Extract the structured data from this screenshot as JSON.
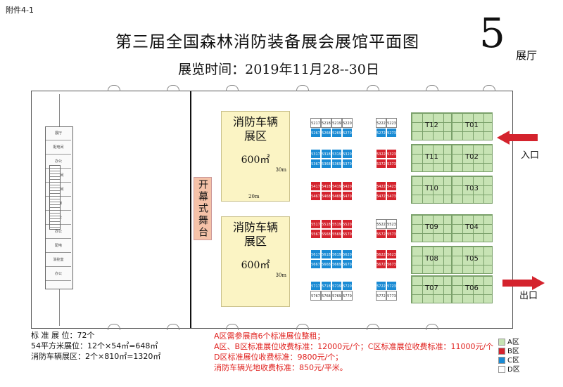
{
  "attachment": "附件4-1",
  "title": "第三届全国森林消防装备展会展馆平面图",
  "subtitle": "展览时间：2019年11月28--30日",
  "hall": {
    "number": "5",
    "label": "展厅"
  },
  "stage": "开幕式舞台",
  "vehicle_zone": {
    "name_line1": "消防车辆",
    "name_line2": "展区",
    "area": "600㎡",
    "dim_side": "30m",
    "dim_bottom": "20m"
  },
  "entrance": "入口",
  "exit": "出口",
  "booth_rows": [
    {
      "cols1": [
        [
          "5217",
          "5218",
          "5219",
          "5220"
        ],
        [
          "5267",
          "5268",
          "5269",
          "5270"
        ]
      ],
      "colors1": [
        "white",
        "blue"
      ],
      "cols2": [
        [
          "5222",
          "5223"
        ],
        [
          "5272",
          "5273"
        ]
      ],
      "colors2": [
        "white",
        "blue"
      ]
    },
    {
      "cols1": [
        [
          "5317",
          "5318",
          "5319",
          "5320"
        ],
        [
          "5367",
          "5368",
          "5369",
          "5370"
        ]
      ],
      "colors1": [
        "blue",
        "blue"
      ],
      "cols2": [
        [
          "5322",
          "5323"
        ],
        [
          "5372",
          "5373"
        ]
      ],
      "colors2": [
        "red",
        "red"
      ]
    },
    {
      "cols1": [
        [
          "5417",
          "5418",
          "5419",
          "5420"
        ],
        [
          "5467",
          "5468",
          "5469",
          "5470"
        ]
      ],
      "colors1": [
        "red",
        "red"
      ],
      "cols2": [
        [
          "5422",
          "5423"
        ],
        [
          "5472",
          "5473"
        ]
      ],
      "colors2": [
        "red",
        "red"
      ]
    },
    {
      "cols1": [
        [
          "5517",
          "5518",
          "5519",
          "5520"
        ],
        [
          "5567",
          "5568",
          "5569",
          "5570"
        ]
      ],
      "colors1": [
        "red",
        "red"
      ],
      "cols2": [
        [
          "5522",
          "5523"
        ],
        [
          "5572",
          "5573"
        ]
      ],
      "colors2": [
        "white",
        "red"
      ]
    },
    {
      "cols1": [
        [
          "5617",
          "5618",
          "5619",
          "5620"
        ],
        [
          "5667",
          "5668",
          "5669",
          "5670"
        ]
      ],
      "colors1": [
        "blue",
        "blue"
      ],
      "cols2": [
        [
          "5622",
          "5623"
        ],
        [
          "5672",
          "5673"
        ]
      ],
      "colors2": [
        "red",
        "red"
      ]
    },
    {
      "cols1": [
        [
          "5717",
          "5718",
          "5719",
          "5720"
        ],
        [
          "5767",
          "5768",
          "5769",
          "5770"
        ]
      ],
      "colors1": [
        "blue",
        "white"
      ],
      "cols2": [
        [
          "5722",
          "5723"
        ],
        [
          "5772",
          "5773"
        ]
      ],
      "colors2": [
        "blue",
        "white"
      ]
    }
  ],
  "t_zones": [
    [
      "T12",
      "T01"
    ],
    [
      "T11",
      "T02"
    ],
    [
      "T10",
      "T03"
    ],
    [
      "T09",
      "T04"
    ],
    [
      "T08",
      "T05"
    ],
    [
      "T07",
      "T06"
    ]
  ],
  "legend": [
    {
      "label": "A区",
      "color": "#c7e3b4"
    },
    {
      "label": "B区",
      "color": "#d4232d"
    },
    {
      "label": "C区",
      "color": "#1a8bd4"
    },
    {
      "label": "D区",
      "color": "#ffffff"
    }
  ],
  "stats": [
    "标 准 展 位：72个",
    "54平方米展位：12个×54㎡=648㎡",
    "消防车辆展区：2个×810㎡=1320㎡"
  ],
  "notes": [
    "A区需参展商6个标准展位整租；",
    "A区、B区标准展位收费标准：12000元/个；C区标准展位收费标准：11000元/个",
    "D区标准展位收费标准：9800元/个；",
    "消防车辆光地收费标准：850元/平米。"
  ],
  "office_rooms": [
    "展厅",
    "配电间",
    "办公",
    "卫生间",
    "卫生间",
    "楼梯",
    "办公",
    "办公",
    "配电",
    "消控室",
    "办公"
  ]
}
